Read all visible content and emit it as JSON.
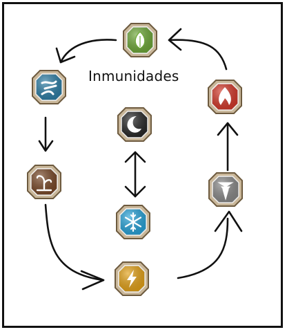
{
  "title": "Inmunidades",
  "nodes": [
    {
      "id": "grass",
      "icon": "leaf-icon",
      "color": "#6fa83a"
    },
    {
      "id": "wind",
      "icon": "wind-icon",
      "color": "#2f7fa6"
    },
    {
      "id": "earth",
      "icon": "sprout-icon",
      "color": "#7a4a2a"
    },
    {
      "id": "electric",
      "icon": "lightning-icon",
      "color": "#e3a21a"
    },
    {
      "id": "metal",
      "icon": "drill-icon",
      "color": "#8a8a8a"
    },
    {
      "id": "fire",
      "icon": "flame-icon",
      "color": "#d33a2c"
    },
    {
      "id": "dark",
      "icon": "moon-icon",
      "color": "#2a2a2a"
    },
    {
      "id": "ice",
      "icon": "snowflake-icon",
      "color": "#2aa3d8"
    }
  ],
  "edges": [
    {
      "from": "grass",
      "to": "wind"
    },
    {
      "from": "wind",
      "to": "earth"
    },
    {
      "from": "earth",
      "to": "electric"
    },
    {
      "from": "electric",
      "to": "metal"
    },
    {
      "from": "metal",
      "to": "fire"
    },
    {
      "from": "fire",
      "to": "grass"
    },
    {
      "from": "dark",
      "to": "ice",
      "bidirectional": true
    }
  ]
}
